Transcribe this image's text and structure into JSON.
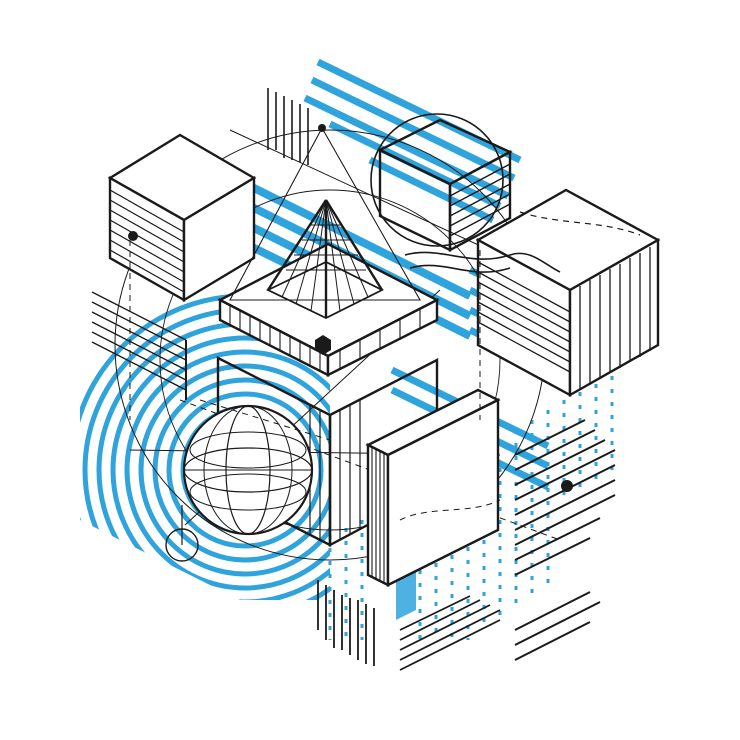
{
  "artwork": {
    "kind": "isometric geometric line illustration",
    "subjects": [
      "cube-top-left",
      "cube-top-center",
      "cube-right",
      "pyramid-on-box",
      "cube-center",
      "sphere",
      "square-panel",
      "concentric-rings",
      "blue-stripe-bands",
      "dotted-grid"
    ]
  },
  "colors": {
    "background": "#ffffff",
    "ink": "#1a1a1a",
    "accent": "#2fa3dc"
  }
}
